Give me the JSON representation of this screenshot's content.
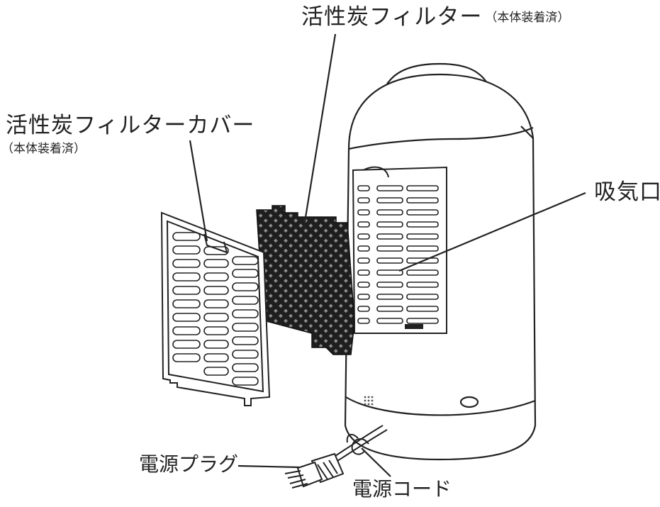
{
  "labels": {
    "carbon_filter": "活性炭フィルター",
    "carbon_filter_note": "（本体装着済）",
    "filter_cover": "活性炭フィルターカバー",
    "filter_cover_note": "（本体装着済）",
    "air_intake": "吸気口",
    "power_plug": "電源プラグ",
    "power_cord": "電源コード"
  },
  "parts": [
    "carbon-filter-cover",
    "activated-carbon-filter",
    "device-body",
    "air-intake-grille",
    "power-cord",
    "power-plug"
  ]
}
